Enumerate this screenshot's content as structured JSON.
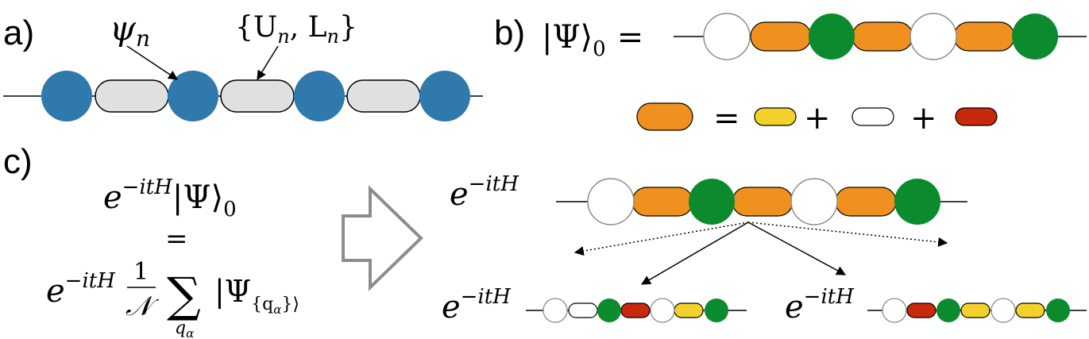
{
  "colors": {
    "blue": "#2f79ad",
    "grey": "#e0e0e0",
    "orange": "#f0901e",
    "green": "#0b8a2e",
    "white": "#ffffff",
    "yellow": "#f2d12a",
    "red": "#c8280b",
    "arrow_outline": "#8c8c8c"
  },
  "panel_a": {
    "label": "a)",
    "psi_label": "ψ",
    "psi_sub": "n",
    "set_label_open": "{U",
    "set_label_sub1": "n",
    "set_label_mid": ", L",
    "set_label_sub2": "n",
    "set_label_close": "}"
  },
  "panel_b": {
    "label": "b)",
    "state_lhs": "|Ψ⟩",
    "state_sub": "0",
    "equals": "=",
    "decomp_equals": "=",
    "plus1": "+",
    "plus2": "+"
  },
  "panel_c": {
    "label": "c)",
    "line1_exp_base": "e",
    "exp": "−itH",
    "line1_state": "|Ψ⟩",
    "line1_sub": "0",
    "line2": "=",
    "line3_frac_num": "1",
    "line3_frac_den": "𝒩",
    "sum": "∑",
    "sum_sub": "q",
    "sum_sub_sub": "α",
    "line3_state": "|Ψ",
    "line3_state_sub": "{q",
    "line3_state_subsub": "α",
    "line3_state_close": "}⟩",
    "evo_e": "e",
    "evo_exp": "−itH"
  }
}
